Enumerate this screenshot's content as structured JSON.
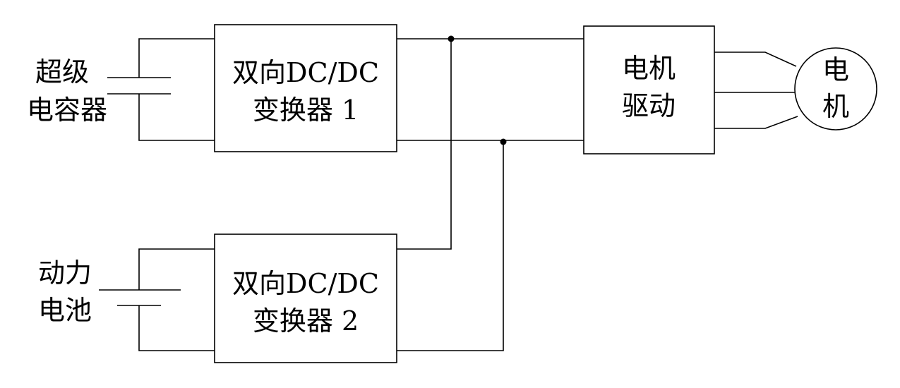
{
  "supercap": {
    "line1": "超级",
    "line2": "电容器"
  },
  "battery": {
    "line1": "动力",
    "line2": "电池"
  },
  "converter1": {
    "line1": "双向DC/DC",
    "line2": "变换器 1"
  },
  "converter2": {
    "line1": "双向DC/DC",
    "line2": "变换器 2"
  },
  "motor_drive": {
    "line1": "电机",
    "line2": "驱动"
  },
  "motor": {
    "line1": "电",
    "line2": "机"
  }
}
